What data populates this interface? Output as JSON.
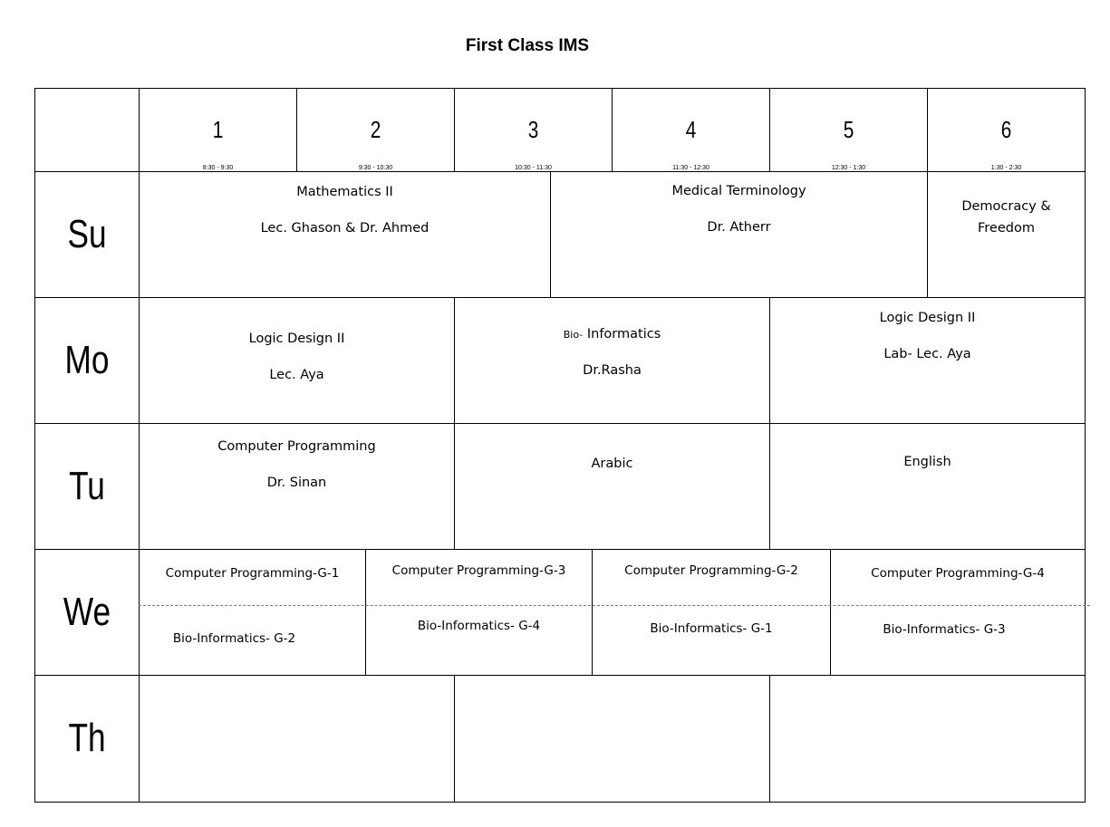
{
  "title": "First Class IMS",
  "periods": [
    {
      "num": "1",
      "time": "8:30 - 9:30"
    },
    {
      "num": "2",
      "time": "9:30 - 10:30"
    },
    {
      "num": "3",
      "time": "10:30 - 11:30"
    },
    {
      "num": "4",
      "time": "11:30 - 12:30"
    },
    {
      "num": "5",
      "time": "12:30 - 1:30"
    },
    {
      "num": "6",
      "time": "1:30 - 2:30"
    }
  ],
  "days": [
    "Su",
    "Mo",
    "Tu",
    "We",
    "Th"
  ],
  "su": {
    "math": {
      "subject": "Mathematics II",
      "teacher": "Lec. Ghason & Dr. Ahmed"
    },
    "med": {
      "subject": "Medical Terminology",
      "teacher": "Dr. Atherr"
    },
    "dem": {
      "line1": "Democracy &",
      "line2": "Freedom"
    }
  },
  "mo": {
    "logic": {
      "subject": "Logic Design II",
      "teacher": "Lec. Aya"
    },
    "bio": {
      "prefix": "Bio-",
      "subject": " Informatics",
      "teacher": "Dr.Rasha"
    },
    "lab": {
      "subject": "Logic Design II",
      "teacher": "Lab- Lec. Aya"
    }
  },
  "tu": {
    "cp": {
      "subject": "Computer Programming",
      "teacher": "Dr. Sinan"
    },
    "arabic": "Arabic",
    "english": "English"
  },
  "we": [
    {
      "top": "Computer Programming-G-1",
      "bottom": "Bio-Informatics- G-2"
    },
    {
      "top": "Computer Programming-G-3",
      "bottom": "Bio-Informatics- G-4"
    },
    {
      "top": "Computer Programming-G-2",
      "bottom": "Bio-Informatics- G-1"
    },
    {
      "top": "Computer Programming-G-4",
      "bottom": "Bio-Informatics- G-3"
    }
  ]
}
